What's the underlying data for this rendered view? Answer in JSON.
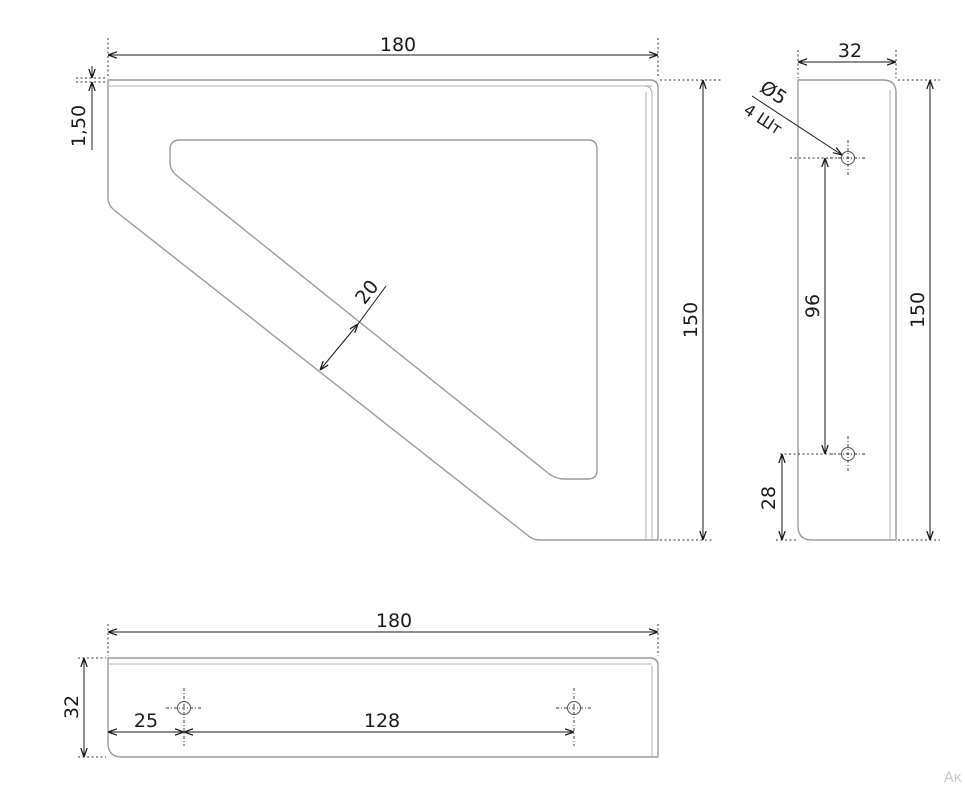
{
  "front_view": {
    "width_dim": "180",
    "height_dim": "150",
    "thickness_dim": "1,50",
    "rib_width_dim": "20"
  },
  "side_view": {
    "width_dim": "32",
    "height_dim": "150",
    "hole_spacing_dim": "96",
    "hole_offset_dim": "28",
    "hole_diameter_dim": "Ø5",
    "hole_count_note": "4 Шт"
  },
  "bottom_view": {
    "width_dim": "180",
    "depth_dim": "32",
    "hole_offset_dim": "25",
    "hole_spacing_dim": "128"
  },
  "watermark": "Ак"
}
